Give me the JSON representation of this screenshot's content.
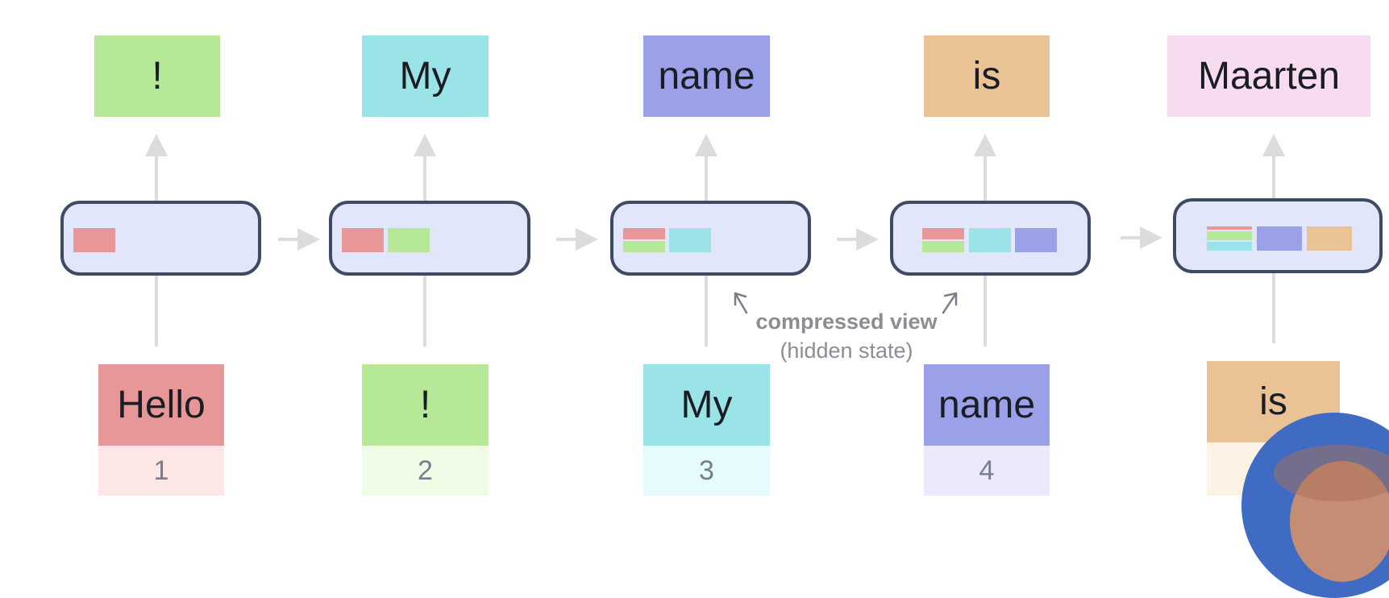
{
  "outputs": [
    "!",
    "My",
    "name",
    "is",
    "Maarten"
  ],
  "inputs": [
    {
      "token": "Hello",
      "index": "1"
    },
    {
      "token": "!",
      "index": "2"
    },
    {
      "token": "My",
      "index": "3"
    },
    {
      "token": "name",
      "index": "4"
    },
    {
      "token": "is",
      "index": ""
    }
  ],
  "annotation": {
    "title": "compressed view",
    "subtitle": "(hidden state)"
  },
  "colors": {
    "hello": "#e79797",
    "exclaim": "#b5e897",
    "my": "#9ae3e6",
    "name": "#9ba1e8",
    "is": "#e9c395",
    "maarten": "#f7dcf1",
    "cell_fill": "#e2e6fa",
    "cell_border": "#3f4a64",
    "arrow": "#dcdcdc"
  },
  "hidden_state_contents": [
    [
      "hello"
    ],
    [
      "hello",
      "exclaim"
    ],
    [
      "hello+exclaim",
      "my"
    ],
    [
      "hello+exclaim",
      "my",
      "name"
    ],
    [
      "hello+exclaim+my",
      "name",
      "is"
    ]
  ]
}
